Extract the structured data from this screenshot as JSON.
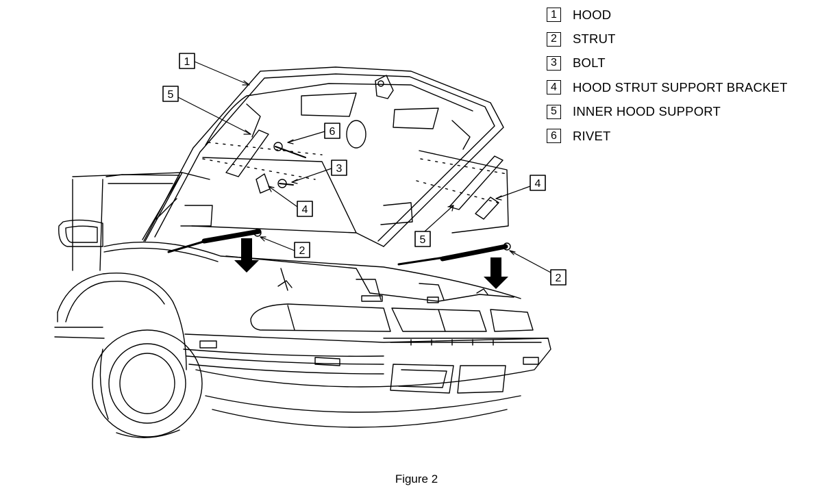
{
  "legend": [
    {
      "number": "1",
      "label": "HOOD"
    },
    {
      "number": "2",
      "label": "STRUT"
    },
    {
      "number": "3",
      "label": "BOLT"
    },
    {
      "number": "4",
      "label": "HOOD STRUT SUPPORT BRACKET"
    },
    {
      "number": "5",
      "label": "INNER HOOD SUPPORT"
    },
    {
      "number": "6",
      "label": "RIVET"
    }
  ],
  "callouts": [
    "1",
    "5",
    "6",
    "3",
    "4",
    "2",
    "5",
    "4",
    "2"
  ],
  "caption": "Figure 2",
  "colors": {
    "line": "#000000",
    "background": "#ffffff"
  }
}
